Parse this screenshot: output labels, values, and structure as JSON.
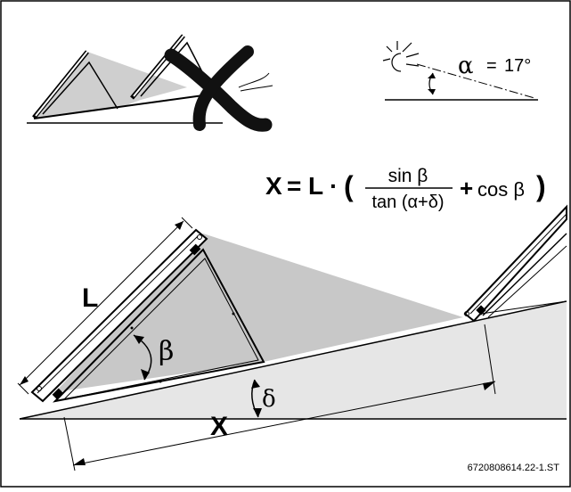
{
  "figure_code": "6720808614.22-1.ST",
  "sun_angle": {
    "symbol": "α",
    "equals": "=",
    "value": "17°"
  },
  "formula": {
    "lhs_var": "X",
    "eq": "=",
    "l_var": "L",
    "dot": "·",
    "open_paren": "(",
    "numerator": "sin β",
    "denominator": "tan (α+δ)",
    "plus": "+",
    "cos_term": "cos β",
    "close_paren": ")"
  },
  "labels": {
    "length": "L",
    "distance": "X",
    "tilt_angle": "β",
    "roof_angle": "δ"
  },
  "icons": {
    "sun": "sun-icon",
    "not_allowed": "cross-icon"
  },
  "colors": {
    "shadow": "#c8c8c8",
    "roof": "#e6e6e6",
    "line": "#000000",
    "cross": "#111111"
  }
}
